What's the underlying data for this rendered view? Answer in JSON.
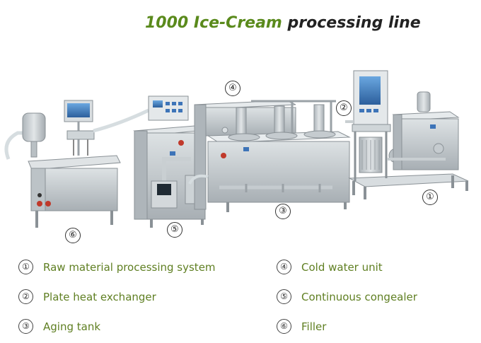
{
  "title": {
    "part1": "1000 Ice-Cream",
    "part2": "processing line"
  },
  "callouts": [
    {
      "id": "c1",
      "num": "①"
    },
    {
      "id": "c2",
      "num": "②"
    },
    {
      "id": "c3",
      "num": "③"
    },
    {
      "id": "c4",
      "num": "④"
    },
    {
      "id": "c5",
      "num": "⑤"
    },
    {
      "id": "c6",
      "num": "⑥"
    }
  ],
  "legend": [
    {
      "num": "①",
      "label": "Raw material processing system"
    },
    {
      "num": "②",
      "label": "Plate heat exchanger"
    },
    {
      "num": "③",
      "label": "Aging tank"
    },
    {
      "num": "④",
      "label": "Cold water unit"
    },
    {
      "num": "⑤",
      "label": "Continuous congealer"
    },
    {
      "num": "⑥",
      "label": "Filler"
    }
  ],
  "colors": {
    "title_green": "#5a8a1c",
    "legend_green": "#5f7f22",
    "steel": "#c8ced2",
    "panel_blue": "#4a86c8"
  }
}
